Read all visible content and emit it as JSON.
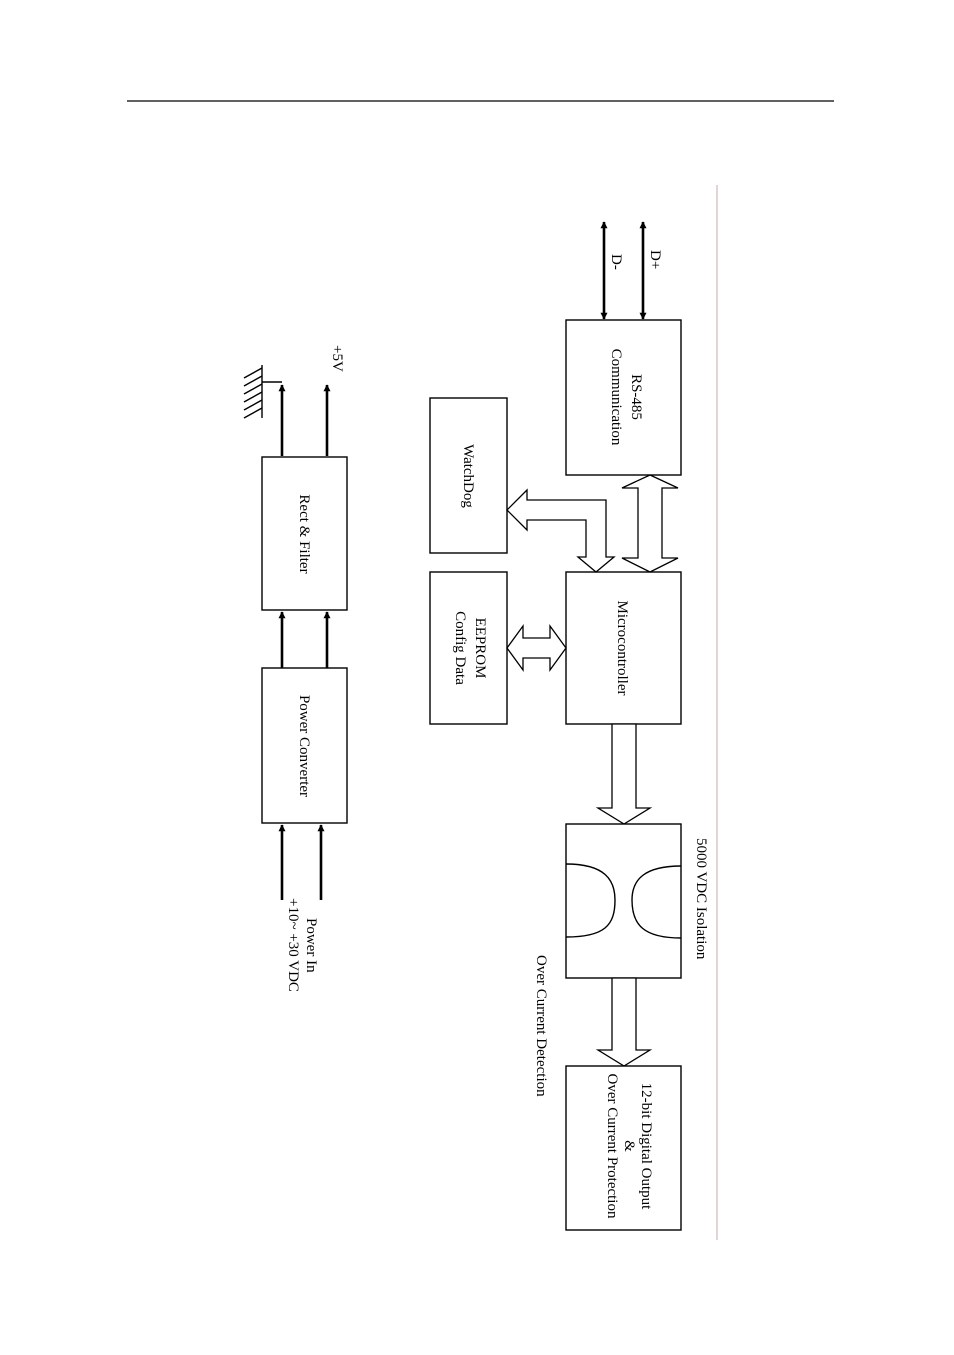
{
  "diagram": {
    "blocks": {
      "rs485": {
        "line1": "RS-485",
        "line2": "Communication"
      },
      "watchdog": {
        "label": "WatchDog"
      },
      "microcontroller": {
        "label": "Microcontroller"
      },
      "eeprom": {
        "line1": "EEPROM",
        "line2": "Config Data"
      },
      "output": {
        "line1": "12-bit Digital Output",
        "line2": "&",
        "line3": "Over Current Protection"
      },
      "rect_filter": {
        "label": "Rect & Filter"
      },
      "power_converter": {
        "label": "Power Converter"
      }
    },
    "labels": {
      "d_minus": "D-",
      "d_plus": "D+",
      "isolation": "5000 VDC Isolation",
      "over_current_detection": "Over Current Detection",
      "plus5v": "+5V",
      "power_in_line1": "Power In",
      "power_in_line2": "+10~ +30 VDC"
    },
    "colors": {
      "line": "#000000",
      "separator": "#c9a8a8"
    }
  }
}
